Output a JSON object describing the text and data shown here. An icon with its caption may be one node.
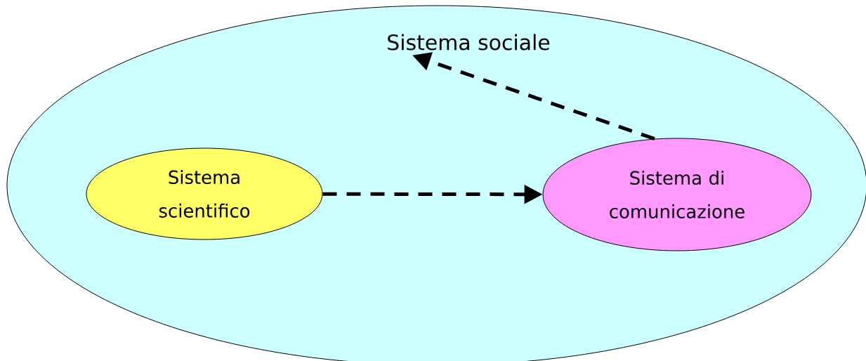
{
  "diagram": {
    "nodes": [
      {
        "text": [
          "Sistema sociale"
        ]
      },
      {
        "text": [
          "Sistema scientifico"
        ],
        "in": 0
      },
      {
        "text": [
          "Sistema di comunicazione"
        ],
        "in": 0
      }
    ],
    "edges": [
      {
        "from": 1,
        "to": 2,
        "arrow": "to",
        "style": "dashed"
      },
      {
        "from": 2,
        "to": 0,
        "arrow": "to",
        "style": "dashed"
      }
    ]
  }
}
